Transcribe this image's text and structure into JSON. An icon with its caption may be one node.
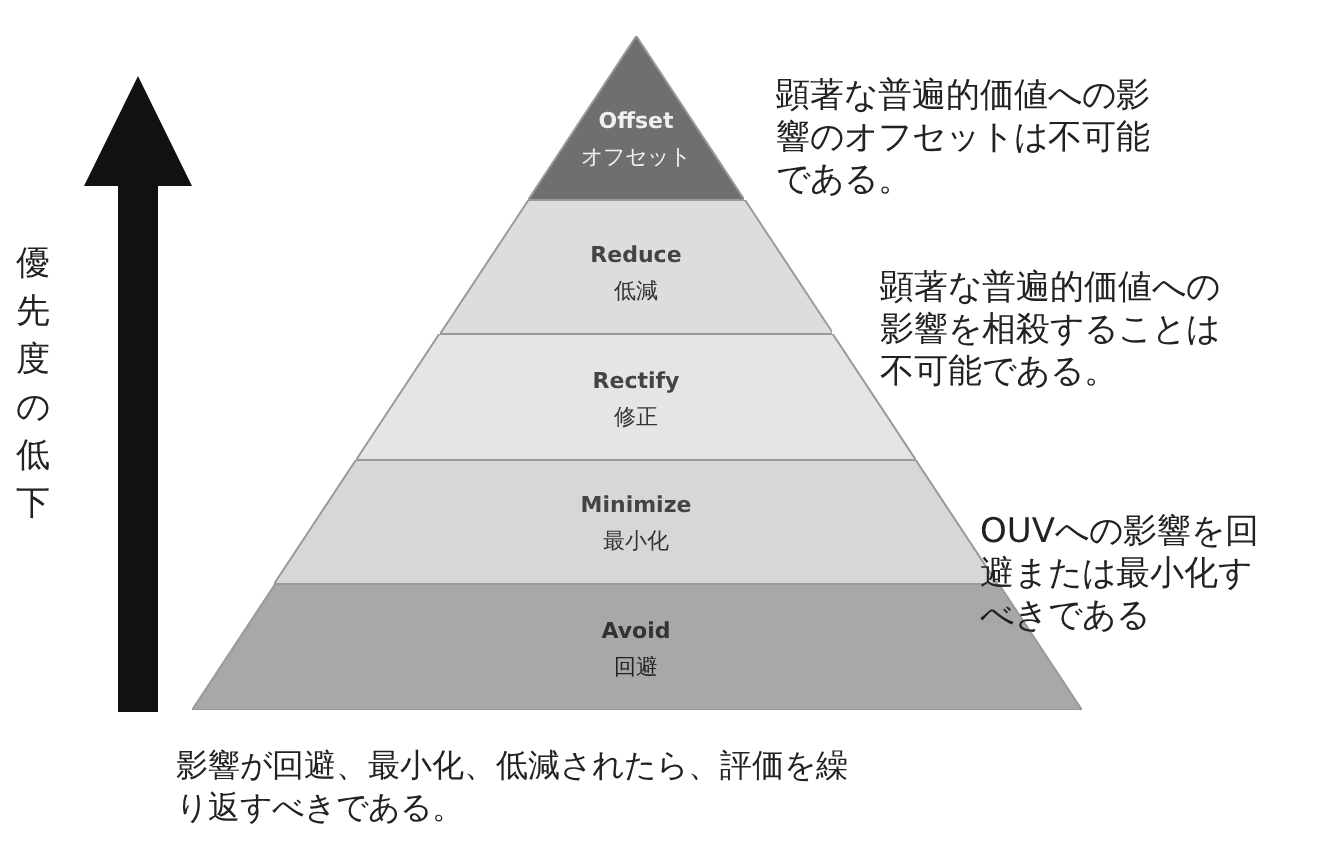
{
  "diagram": {
    "nodes": [
      {
        "text": [
          "Offset",
          "オフセット"
        ]
      },
      {
        "text": [
          "Reduce",
          "低減"
        ]
      },
      {
        "text": [
          "Rectify",
          "修正"
        ]
      },
      {
        "text": [
          "Minimize",
          "最小化"
        ]
      },
      {
        "text": [
          "Avoid",
          "回避"
        ]
      }
    ],
    "labels": [
      "顕著な普遍的価値への影響のオフセットは不可能である。",
      "優先度の低下",
      "顕著な普遍的価値への影響を相殺することは不可能である。",
      "OUVへの影響を回避または最小化すべきである",
      "影響が回避、最小化、低減されたら、評価を繰り返すべきである。"
    ]
  }
}
